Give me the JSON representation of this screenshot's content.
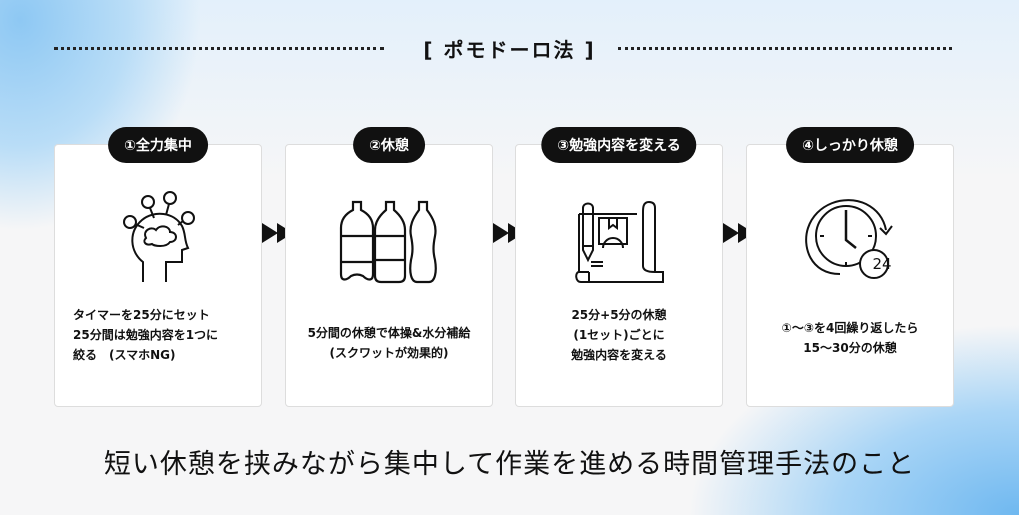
{
  "title": "[ ポモドーロ法 ]",
  "steps": [
    {
      "label": "①全力集中",
      "lines": [
        "タイマーを25分にセット",
        "25分間は勉強内容を1つに",
        "絞る　(スマホNG)"
      ],
      "icon": "head-brain-icon"
    },
    {
      "label": "②休憩",
      "lines": [
        "5分間の休憩で体操&水分補給",
        "(スクワットが効果的)"
      ],
      "icon": "water-bottles-icon"
    },
    {
      "label": "③勉強内容を変える",
      "lines": [
        "25分+5分の休憩",
        "(1セット)ごとに",
        "勉強内容を変える"
      ],
      "icon": "blueprint-pencil-icon"
    },
    {
      "label": "④しっかり休憩",
      "lines": [
        "①～③を4回繰り返したら",
        "15～30分の休憩"
      ],
      "icon": "clock-24-icon",
      "clock_badge": "24"
    }
  ],
  "summary": "短い休憩を挟みながら集中して作業を進める時間管理手法のこと"
}
